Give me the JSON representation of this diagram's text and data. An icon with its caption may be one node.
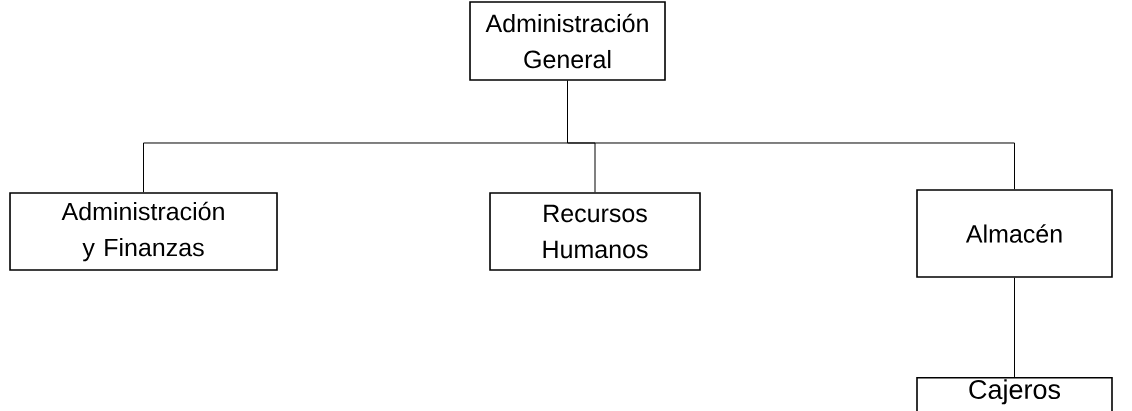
{
  "diagram": {
    "nodes": [
      {
        "text": [
          "Administración General"
        ]
      },
      {
        "text": [
          "Administración y Finanzas"
        ]
      },
      {
        "text": [
          "Recursos Humanos"
        ]
      },
      {
        "text": [
          "Almacén"
        ]
      },
      {
        "text": [
          "Cajeros"
        ]
      }
    ],
    "edges": [
      {
        "from": 0,
        "to": 1,
        "arrow": "none"
      },
      {
        "from": 0,
        "to": 2,
        "arrow": "none"
      },
      {
        "from": 0,
        "to": 3,
        "arrow": "none"
      },
      {
        "from": 3,
        "to": 4,
        "arrow": "none"
      }
    ]
  }
}
